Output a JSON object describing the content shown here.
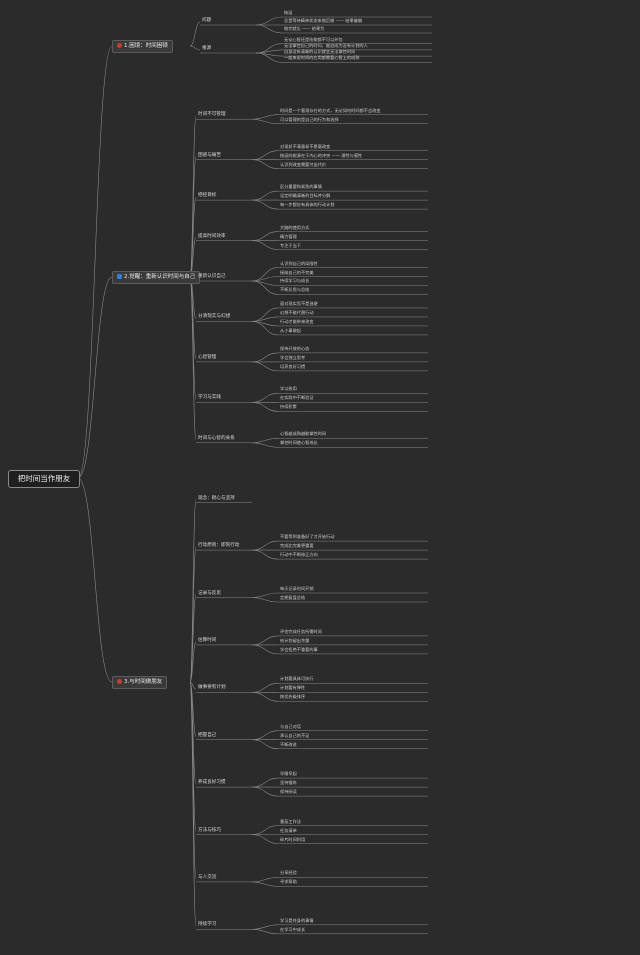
{
  "root": "把时间当作朋友",
  "colors": {
    "background": "#2b2b2b",
    "branch1": "#d03a2a",
    "branch2": "#2f7fd3",
    "branch3": "#d03a2a",
    "line": "#8a8a8a"
  },
  "branches": [
    {
      "label": "1.困境：时间困顿",
      "marker": "red-flag-icon",
      "topics": [
        {
          "label": "问题",
          "items": [
            "拖延",
            "总是等待精神状态来临后做 —— 结果偏偏",
            "做完就忘 —— 结果为"
          ]
        },
        {
          "label": "根源",
          "items": [
            "无论心智还是技能都不可以外包",
            "无法掌控自己的时间，被迫成为没有计划的人",
            "自身没有清晰的认识就会无法掌控时间",
            "一般来说时间的应用都需要心智上的成熟"
          ]
        }
      ]
    },
    {
      "label": "2.觉醒：重新认识时间与自己",
      "marker": "blue-square-icon",
      "topics": [
        {
          "label": "时间不可管理",
          "items": [
            "时间是一个客观存在的方式，无论如何时间都不会改变",
            "可以管理的是自己的行为和选择"
          ]
        },
        {
          "label": "困惑与痛苦",
          "items": [
            "对现状不满意却不愿意改变",
            "拖延的根源在于内心的冲突 —— 理性与感性",
            "认识到改变需要付出代价"
          ]
        },
        {
          "label": "把控目标",
          "items": [
            "区分重要和紧急的事情",
            "设定明确清晰的目标并分解",
            "每一步都应有具体的行动计划"
          ]
        },
        {
          "label": "提高时间效率",
          "items": [
            "大脑的使用方式",
            "精力管理",
            "专注于当下"
          ]
        },
        {
          "label": "重新认识自己",
          "items": [
            "认识到自己的局限性",
            "接纳自己的不完美",
            "持续学习与成长",
            "不断反思与总结"
          ]
        },
        {
          "label": "分清现实与幻想",
          "items": [
            "面对现实而不是逃避",
            "幻想不能代替行动",
            "行动才能带来改变",
            "从小事做起"
          ]
        },
        {
          "label": "心智管理",
          "items": [
            "保持开放的心态",
            "学会独立思考",
            "培养良好习惯"
          ]
        },
        {
          "label": "学习与实践",
          "items": [
            "学以致用",
            "在实践中不断验证",
            "持续积累"
          ]
        },
        {
          "label": "时间与心智的关系",
          "items": [
            "心智越成熟越能掌控时间",
            "掌控时间使心智成长"
          ]
        }
      ]
    },
    {
      "label": "3.与时间做朋友",
      "marker": "red-circle-icon",
      "topics": [
        {
          "label": "观念：耐心与坚持",
          "items": []
        },
        {
          "label": "行动原则：即刻行动",
          "items": [
            "不要等到准备好了才开始行动",
            "完成比完美更重要",
            "行动中不断修正方向"
          ]
        },
        {
          "label": "记录与反思",
          "items": [
            "每天记录时间开销",
            "定期复盘总结"
          ]
        },
        {
          "label": "估算时间",
          "items": [
            "评估完成任务所需时间",
            "给计划留出余量",
            "学会拒绝不重要的事"
          ]
        },
        {
          "label": "做事要有计划",
          "items": [
            "计划要具体可执行",
            "计划要有弹性",
            "按优先级排序"
          ]
        },
        {
          "label": "把握自己",
          "items": [
            "与自己对话",
            "承认自己的不足",
            "不断改进"
          ]
        },
        {
          "label": "养成良好习惯",
          "items": [
            "早睡早起",
            "坚持锻炼",
            "保持阅读"
          ]
        },
        {
          "label": "方法与技巧",
          "items": [
            "番茄工作法",
            "任务清单",
            "碎片时间利用"
          ]
        },
        {
          "label": "与人交流",
          "items": [
            "分享经验",
            "寻求帮助"
          ]
        },
        {
          "label": "持续学习",
          "items": [
            "学习是终身的事情",
            "在学习中成长"
          ]
        }
      ]
    }
  ]
}
